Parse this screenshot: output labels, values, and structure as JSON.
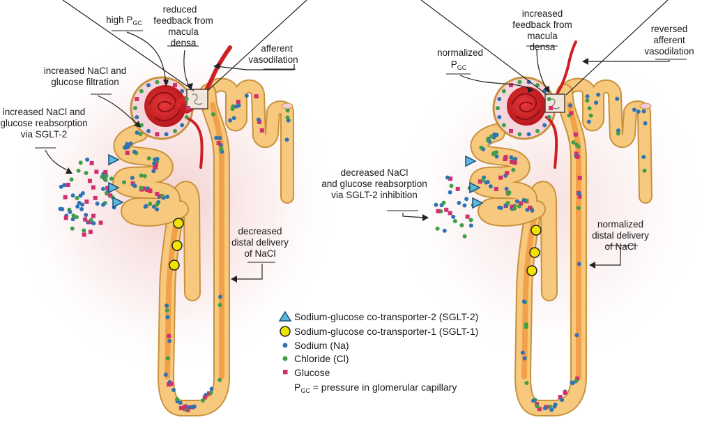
{
  "left_panel": {
    "labels": {
      "high_pgc": "high P",
      "high_pgc_sub": "GC",
      "reduced_feedback_1": "reduced",
      "reduced_feedback_2": "feedback from",
      "reduced_feedback_3": "macula",
      "reduced_feedback_4": "densa",
      "afferent_1": "afferent",
      "afferent_2": "vasodilation",
      "filtration_1": "increased NaCl and",
      "filtration_2": "glucose filtration",
      "reabsorption_1": "increased NaCl and",
      "reabsorption_2": "glucose reabsorption",
      "reabsorption_3": "via SGLT-2",
      "distal_1": "decreased",
      "distal_2": "distal delivery",
      "distal_3": "of NaCl"
    }
  },
  "right_panel": {
    "labels": {
      "normalized_pgc_1": "normalized",
      "normalized_pgc_2": "P",
      "normalized_pgc_sub": "GC",
      "feedback_1": "increased",
      "feedback_2": "feedback from",
      "feedback_3": "macula",
      "feedback_4": "densa",
      "reversed_1": "reversed",
      "reversed_2": "afferent",
      "reversed_3": "vasodilation",
      "decreased_1": "decreased NaCl",
      "decreased_2": "and glucose reabsorption",
      "decreased_3": "via SGLT-2 inhibition",
      "normalized_distal_1": "normalized",
      "normalized_distal_2": "distal delivery",
      "normalized_distal_3": "of NaCl"
    }
  },
  "legend": {
    "sglt2": "Sodium-glucose co-transporter-2 (SGLT-2)",
    "sglt1": "Sodium-glucose co-transporter-1 (SGLT-1)",
    "sodium": "Sodium (Na)",
    "chloride": "Chloride (Cl)",
    "glucose": "Glucose",
    "pgc_symbol": "P",
    "pgc_sub": "GC",
    "pgc_def": " = pressure in glomerular capillary"
  },
  "colors": {
    "tubule_fill": "#f7c97e",
    "tubule_stroke": "#c8923c",
    "tubule_core": "#f2a14a",
    "glomerulus": "#d8262a",
    "vessel": "#cc1f24",
    "sglt2": "#5bb6e2",
    "sglt1": "#f3e300",
    "sodium": "#2f73b4",
    "chloride": "#3e9f48",
    "glucose": "#d0306e",
    "glow": "#f6d4d4"
  }
}
